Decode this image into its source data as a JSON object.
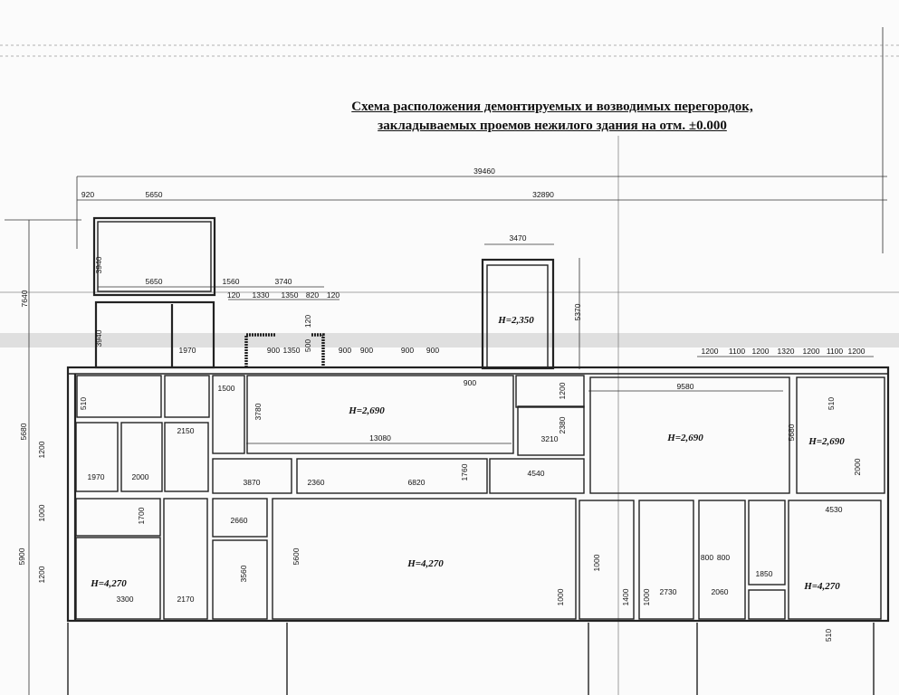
{
  "title": {
    "line1": "Схема расположения демонтируемых и возводимых перегородок,",
    "line2": "закладываемых проемов нежилого здания на отм. ±0.000"
  },
  "dimensions": [
    "39460",
    "920",
    "5650",
    "32890",
    "7640",
    "3940",
    "5650",
    "1560",
    "3740",
    "120",
    "1330",
    "1350",
    "820",
    "120",
    "120",
    "3940",
    "1970",
    "900",
    "1350",
    "500",
    "900",
    "900",
    "900",
    "900",
    "3470",
    "5370",
    "1200",
    "1100",
    "1200",
    "1320",
    "1200",
    "1100",
    "1200",
    "510",
    "1500",
    "3780",
    "13080",
    "900",
    "1200",
    "9580",
    "2380",
    "3210",
    "5680",
    "510",
    "2000",
    "5680",
    "1200",
    "2150",
    "1970",
    "2000",
    "3870",
    "2360",
    "6820",
    "1760",
    "4540",
    "1000",
    "1700",
    "2660",
    "4530",
    "5900",
    "1200",
    "5600",
    "3560",
    "1000",
    "800",
    "800",
    "1850",
    "3300",
    "2170",
    "1000",
    "1400",
    "1000",
    "2730",
    "2060",
    "510"
  ],
  "room_heights": [
    "H=2,350",
    "H=2,690",
    "H=2,690",
    "H=2,690",
    "H=4,270",
    "H=4,270",
    "H=4,270"
  ]
}
